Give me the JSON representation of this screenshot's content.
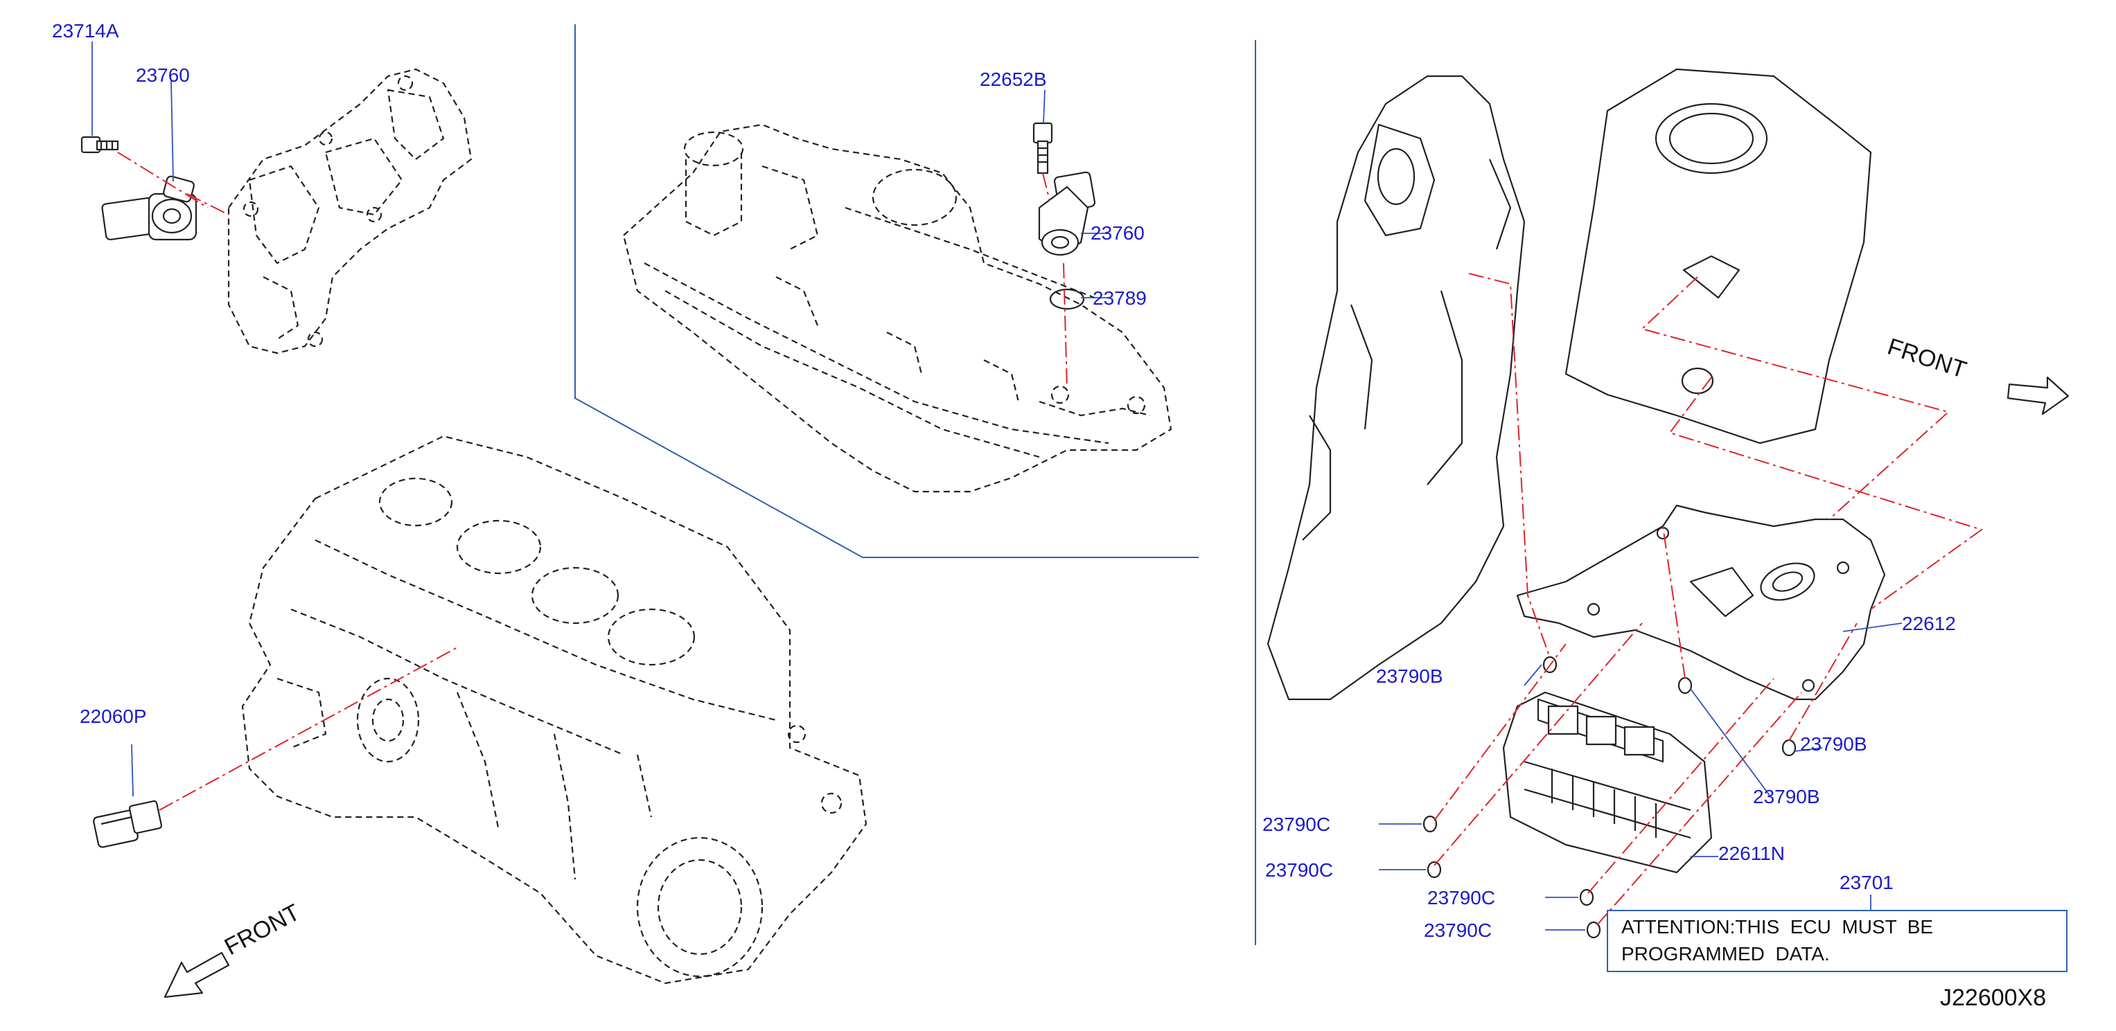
{
  "diagram_code": "J22600X8",
  "front_labels": {
    "lower_left": "FRONT",
    "upper_right": "FRONT"
  },
  "parts": {
    "bolt_top_left": "23714A",
    "cam_sensor_top_left": "23760",
    "bolt_center": "22652B",
    "cam_sensor_center": "23760",
    "o_ring": "23789",
    "knock_sensor": "22060P",
    "ecu_bracket": "22612",
    "ecu": "22611N",
    "nut_b_left": "23790B",
    "nut_b_right_upper": "23790B",
    "nut_b_right_lower": "23790B",
    "nut_c_1": "23790C",
    "nut_c_2": "23790C",
    "nut_c_3": "23790C",
    "nut_c_4": "23790C",
    "note_ref": "23701"
  },
  "note": {
    "line1": "ATTENTION:THIS  ECU  MUST  BE",
    "line2": "PROGRAMMED  DATA."
  },
  "colors": {
    "label": "#1a1acc",
    "centerline": "#e0242a",
    "divider": "#3060b0"
  }
}
